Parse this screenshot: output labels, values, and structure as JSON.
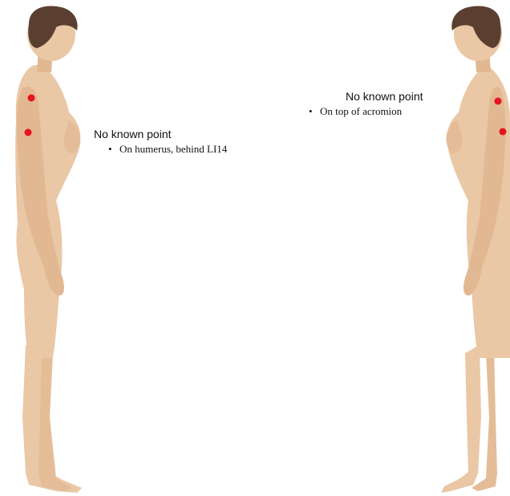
{
  "left_panel": {
    "title": "No known point",
    "bullets": [
      "On humerus, behind LI14"
    ]
  },
  "right_panel": {
    "title": "No known point",
    "bullets": [
      "On top of acromion"
    ]
  },
  "colors": {
    "skin": "#eac7a5",
    "skin_shadow": "#d8ad88",
    "hair": "#5a3f31",
    "point": "#e8141f"
  },
  "point_marker": "red-dot"
}
